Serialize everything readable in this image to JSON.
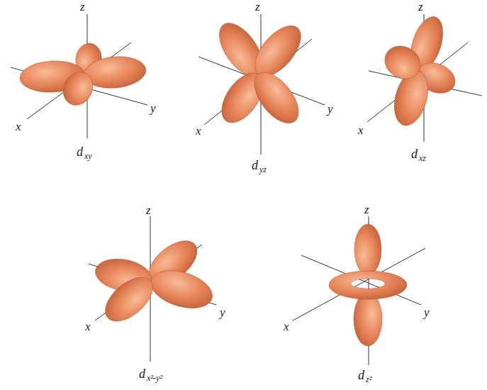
{
  "diagram": {
    "labels": [
      "z",
      "y",
      "x",
      "d",
      "xy",
      "z",
      "y",
      "x",
      "d",
      "yz",
      "z",
      "x",
      "d",
      "xz",
      "z",
      "y",
      "x",
      "d",
      "x²-y²",
      "z",
      "y",
      "x",
      "d",
      "z²"
    ]
  }
}
